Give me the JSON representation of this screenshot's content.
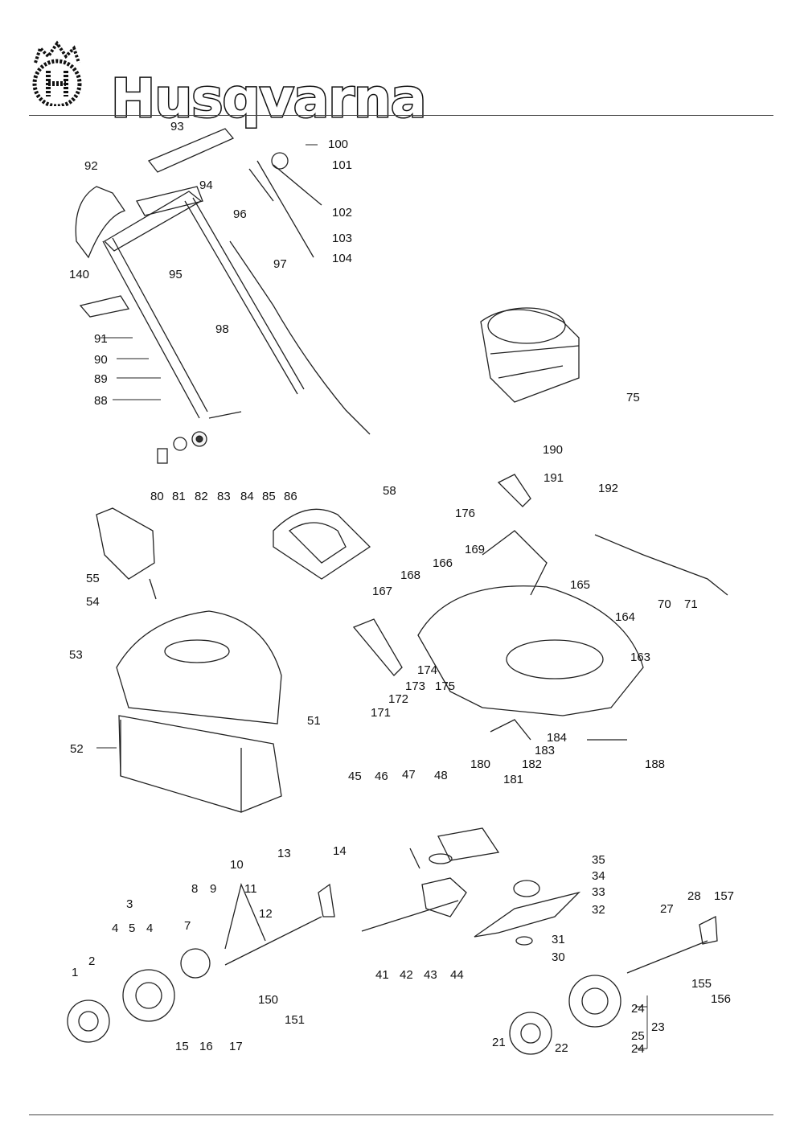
{
  "brand": {
    "name": "Husqvarna",
    "logo_icon": "crowned-h-icon"
  },
  "callouts": [
    "93",
    "92",
    "94",
    "96",
    "100",
    "101",
    "102",
    "103",
    "104",
    "97",
    "95",
    "140",
    "98",
    "91",
    "90",
    "89",
    "88",
    "75",
    "80",
    "81",
    "82",
    "83",
    "84",
    "85",
    "86",
    "190",
    "191",
    "192",
    "58",
    "176",
    "55",
    "169",
    "166",
    "168",
    "167",
    "165",
    "54",
    "70",
    "71",
    "164",
    "53",
    "163",
    "174",
    "173",
    "175",
    "172",
    "171",
    "51",
    "184",
    "183",
    "52",
    "180",
    "182",
    "188",
    "181",
    "45",
    "46",
    "47",
    "48",
    "13",
    "14",
    "35",
    "10",
    "34",
    "3",
    "8",
    "9",
    "11",
    "33",
    "7",
    "12",
    "32",
    "4",
    "5",
    "4",
    "28",
    "157",
    "27",
    "31",
    "30",
    "2",
    "1",
    "41",
    "42",
    "43",
    "44",
    "150",
    "155",
    "156",
    "24",
    "151",
    "23",
    "25",
    "15",
    "16",
    "17",
    "21",
    "22",
    "24"
  ]
}
